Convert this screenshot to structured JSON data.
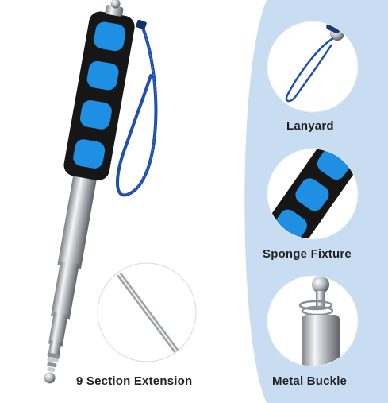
{
  "features": {
    "lanyard_label": "Lanyard",
    "sponge_label": "Sponge Fixture",
    "buckle_label": "Metal Buckle",
    "extension_label": "9 Section Extension"
  },
  "colors": {
    "panel": "#c9ddf2",
    "foam_black": "#161616",
    "foam_blue": "#1e8fe3",
    "lanyard_blue": "#1f4fae",
    "metal": "#b9bdc2"
  }
}
